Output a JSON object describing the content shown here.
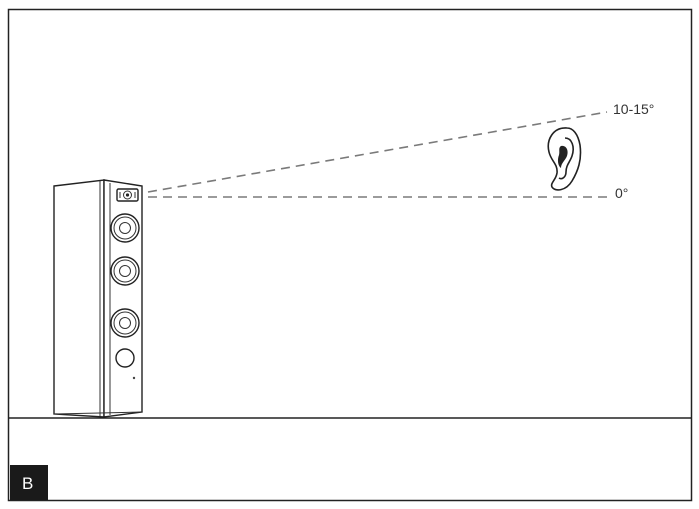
{
  "figure": {
    "panel_label": "B"
  },
  "angles": {
    "upper_label": "10-15°",
    "lower_label": "0°"
  },
  "icons": {
    "speaker": "floorstanding-speaker-icon",
    "ear": "ear-icon"
  },
  "colors": {
    "line": "#222222",
    "dashed": "#7a7a7a",
    "label_box": "#1a1a1a"
  }
}
